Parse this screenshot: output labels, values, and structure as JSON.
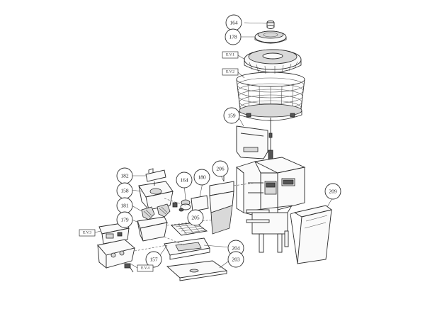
{
  "callouts": {
    "c164_top": "164",
    "c178": "178",
    "c159": "159",
    "c182": "182",
    "c158": "158",
    "c181": "181",
    "c179": "179",
    "c164_mid": "164",
    "c180": "180",
    "c206": "206",
    "c205": "205",
    "c209": "209",
    "c204": "204",
    "c157": "157",
    "c203": "203"
  },
  "refs": {
    "ev1": "E.V.1",
    "ev2": "E.V.2",
    "ev3": "E.V.3",
    "ev4": "E.V.4"
  },
  "colors": {
    "line": "#2a2a2a",
    "part_fill": "#fafafa",
    "shade_fill": "#d9d9d9"
  }
}
